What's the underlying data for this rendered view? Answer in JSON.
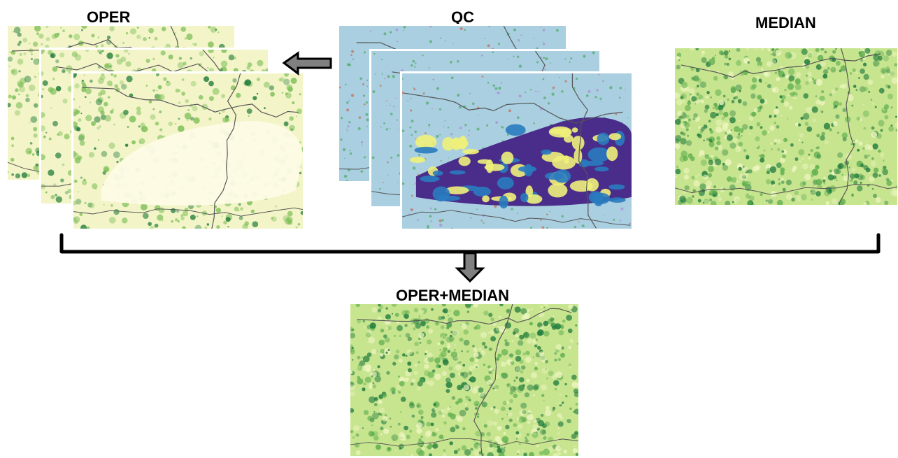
{
  "labels": {
    "oper": "OPER",
    "qc": "QC",
    "median": "MEDIAN",
    "combined": "OPER+MEDIAN"
  },
  "colors": {
    "oper_base": "#f3f5c8",
    "oper_veg": "#7fbf5a",
    "oper_dark": "#1f7a3a",
    "oper_cloud": "#fdfbe6",
    "qc_base": "#a9cfe0",
    "qc_purple": "#4a2c8a",
    "qc_blue": "#2a7bbf",
    "qc_yellow": "#eef07a",
    "qc_green": "#3fa34d",
    "median_base": "#c7e48f",
    "median_dark": "#1e7a3c",
    "border_line": "#555555",
    "arrow_fill": "#808080",
    "arrow_stroke": "#000000"
  },
  "figure": {
    "stacks": [
      {
        "name": "oper-stack",
        "layers": 3
      },
      {
        "name": "qc-stack",
        "layers": 3
      }
    ]
  }
}
